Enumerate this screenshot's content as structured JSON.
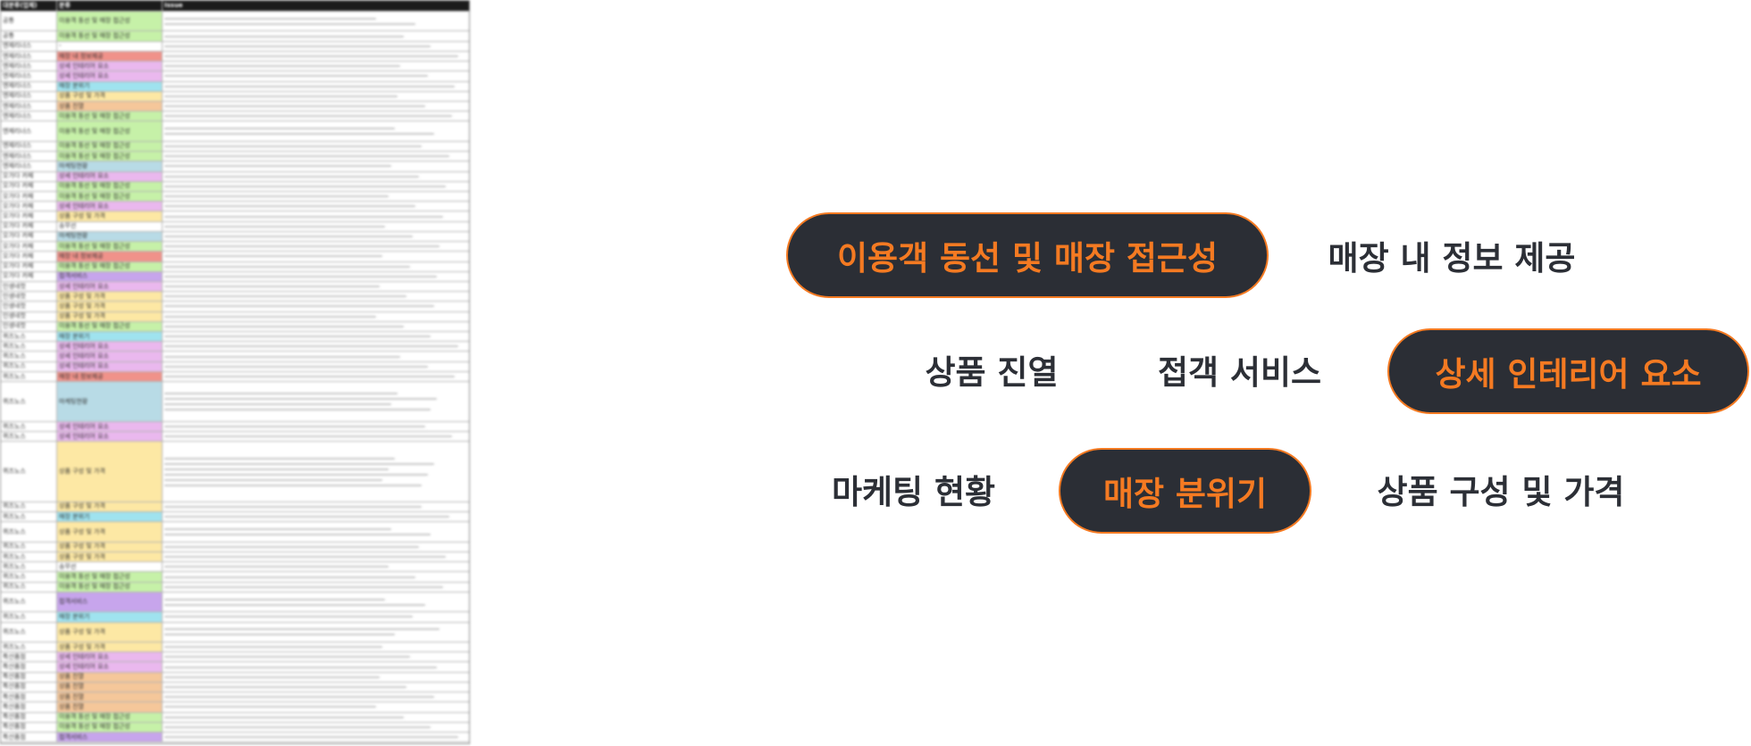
{
  "sheet": {
    "headers": [
      "대분류(업체)",
      "분류",
      "Issue"
    ],
    "colors": {
      "이용객 동선 및 매장 접근성": "#c6f1a8",
      "매장 내 정보제공": "#f0928a",
      "상세 인테리어 요소": "#eab8ee",
      "매장 분위기": "#9fe3ef",
      "상품 구성 및 가격": "#fde8a4",
      "상품 진열": "#f5c79a",
      "마케팅현황": "#b8dbe6",
      "접객서비스": "#c7a5ec",
      "송무선": "#ffffff",
      "-": "#ffffff"
    },
    "rows": [
      {
        "company": "공통",
        "category": "이용객 동선 및 매장 접근성",
        "h": 2
      },
      {
        "company": "공통",
        "category": "이용객 동선 및 매장 접근성",
        "h": 1
      },
      {
        "company": "엔제리너스",
        "category": "-",
        "h": 1
      },
      {
        "company": "엔제리너스",
        "category": "매장 내 정보제공",
        "h": 1
      },
      {
        "company": "엔제리너스",
        "category": "상세 인테리어 요소",
        "h": 1
      },
      {
        "company": "엔제리너스",
        "category": "상세 인테리어 요소",
        "h": 1
      },
      {
        "company": "엔제리너스",
        "category": "매장 분위기",
        "h": 1
      },
      {
        "company": "엔제리너스",
        "category": "상품 구성 및 가격",
        "h": 1
      },
      {
        "company": "엔제리너스",
        "category": "상품 진열",
        "h": 1
      },
      {
        "company": "엔제리너스",
        "category": "이용객 동선 및 매장 접근성",
        "h": 1
      },
      {
        "company": "엔제리너스",
        "category": "이용객 동선 및 매장 접근성",
        "h": 2
      },
      {
        "company": "엔제리너스",
        "category": "이용객 동선 및 매장 접근성",
        "h": 1
      },
      {
        "company": "엔제리너스",
        "category": "이용객 동선 및 매장 접근성",
        "h": 1
      },
      {
        "company": "엔제리너스",
        "category": "마케팅현황",
        "h": 1
      },
      {
        "company": "오가다 카페",
        "category": "상세 인테리어 요소",
        "h": 1
      },
      {
        "company": "오가다 카페",
        "category": "이용객 동선 및 매장 접근성",
        "h": 1
      },
      {
        "company": "오가다 카페",
        "category": "이용객 동선 및 매장 접근성",
        "h": 1
      },
      {
        "company": "오가다 카페",
        "category": "상세 인테리어 요소",
        "h": 1
      },
      {
        "company": "오가다 카페",
        "category": "상품 구성 및 가격",
        "h": 1
      },
      {
        "company": "오가다 카페",
        "category": "송무선",
        "h": 1
      },
      {
        "company": "오가다 카페",
        "category": "마케팅현황",
        "h": 1
      },
      {
        "company": "오가다 카페",
        "category": "이용객 동선 및 매장 접근성",
        "h": 1
      },
      {
        "company": "오가다 카페",
        "category": "매장 내 정보제공",
        "h": 1
      },
      {
        "company": "오가다 카페",
        "category": "이용객 동선 및 매장 접근성",
        "h": 1
      },
      {
        "company": "오가다 카페",
        "category": "접객서비스",
        "h": 1
      },
      {
        "company": "인생네컷",
        "category": "상세 인테리어 요소",
        "h": 1
      },
      {
        "company": "인생네컷",
        "category": "상품 구성 및 가격",
        "h": 1
      },
      {
        "company": "인생네컷",
        "category": "상품 구성 및 가격",
        "h": 1
      },
      {
        "company": "인생네컷",
        "category": "상품 구성 및 가격",
        "h": 1
      },
      {
        "company": "인생네컷",
        "category": "이용객 동선 및 매장 접근성",
        "h": 1
      },
      {
        "company": "퀴즈노스",
        "category": "매장 분위기",
        "h": 1
      },
      {
        "company": "퀴즈노스",
        "category": "상세 인테리어 요소",
        "h": 1
      },
      {
        "company": "퀴즈노스",
        "category": "상세 인테리어 요소",
        "h": 1
      },
      {
        "company": "퀴즈노스",
        "category": "상세 인테리어 요소",
        "h": 1
      },
      {
        "company": "퀴즈노스",
        "category": "매장 내 정보제공",
        "h": 1
      },
      {
        "company": "퀴즈노스",
        "category": "마케팅현황",
        "h": 4
      },
      {
        "company": "퀴즈노스",
        "category": "상세 인테리어 요소",
        "h": 1
      },
      {
        "company": "퀴즈노스",
        "category": "상세 인테리어 요소",
        "h": 1
      },
      {
        "company": "퀴즈노스",
        "category": "상품 구성 및 가격",
        "h": 6
      },
      {
        "company": "퀴즈노스",
        "category": "상품 구성 및 가격",
        "h": 1
      },
      {
        "company": "퀴즈노스",
        "category": "매장 분위기",
        "h": 1
      },
      {
        "company": "퀴즈노스",
        "category": "상품 구성 및 가격",
        "h": 2
      },
      {
        "company": "퀴즈노스",
        "category": "상품 구성 및 가격",
        "h": 1
      },
      {
        "company": "퀴즈노스",
        "category": "상품 구성 및 가격",
        "h": 1
      },
      {
        "company": "퀴즈노스",
        "category": "송무선",
        "h": 1
      },
      {
        "company": "퀴즈노스",
        "category": "이용객 동선 및 매장 접근성",
        "h": 1
      },
      {
        "company": "퀴즈노스",
        "category": "이용객 동선 및 매장 접근성",
        "h": 1
      },
      {
        "company": "퀴즈노스",
        "category": "접객서비스",
        "h": 2
      },
      {
        "company": "퀴즈노스",
        "category": "매장 분위기",
        "h": 1
      },
      {
        "company": "퀴즈노스",
        "category": "상품 구성 및 가격",
        "h": 2
      },
      {
        "company": "퀴즈노스",
        "category": "상품 구성 및 가격",
        "h": 1
      },
      {
        "company": "특산품점",
        "category": "상세 인테리어 요소",
        "h": 1
      },
      {
        "company": "특산품점",
        "category": "상세 인테리어 요소",
        "h": 1
      },
      {
        "company": "특산품점",
        "category": "상품 진열",
        "h": 1
      },
      {
        "company": "특산품점",
        "category": "상품 진열",
        "h": 1
      },
      {
        "company": "특산품점",
        "category": "상품 진열",
        "h": 1
      },
      {
        "company": "특산품점",
        "category": "상품 진열",
        "h": 1
      },
      {
        "company": "특산품점",
        "category": "이용객 동선 및 매장 접근성",
        "h": 1
      },
      {
        "company": "특산품점",
        "category": "이용객 동선 및 매장 접근성",
        "h": 1
      },
      {
        "company": "특산품점",
        "category": "접객서비스",
        "h": 1
      }
    ]
  },
  "keywords": [
    {
      "label": "이용객 동선 및 매장 접근성",
      "highlight": true
    },
    {
      "label": "매장 내 정보 제공",
      "highlight": false
    },
    {
      "label": "상품 진열",
      "highlight": false
    },
    {
      "label": "접객 서비스",
      "highlight": false
    },
    {
      "label": "상세 인테리어 요소",
      "highlight": true
    },
    {
      "label": "마케팅 현황",
      "highlight": false
    },
    {
      "label": "매장 분위기",
      "highlight": true
    },
    {
      "label": "상품 구성 및 가격",
      "highlight": false
    }
  ]
}
